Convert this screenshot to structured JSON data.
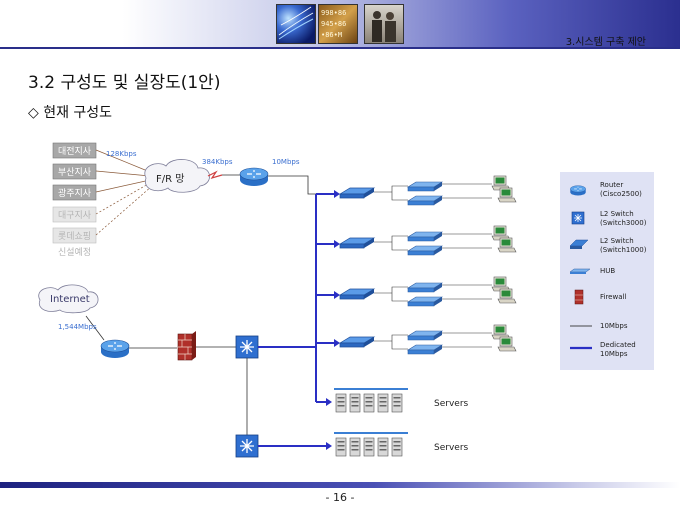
{
  "header": {
    "section": "3.시스템 구축 제안",
    "photos": [
      "fiber-optic-photo",
      "numbers-photo",
      "business-people-photo"
    ],
    "photo_number_text": "998•86 945•86 •86•M"
  },
  "title": "3.2 구성도 및 실장도(1안)",
  "subtitle": "◇ 현재 구성도",
  "diagram": {
    "branches": [
      {
        "label": "대전지사",
        "active": true
      },
      {
        "label": "부산지사",
        "active": true
      },
      {
        "label": "광주지사",
        "active": true
      },
      {
        "label": "대구지사",
        "active": false
      },
      {
        "label": "롯데쇼핑",
        "active": false
      }
    ],
    "branch_note": "신설예정",
    "fr_network": "F/R 망",
    "internet": "Internet",
    "links": {
      "branch_speed": "128Kbps",
      "fr_speed": "384Kbps",
      "router_speed": "10Mbps",
      "internet_speed": "1,544Mbps"
    },
    "servers": [
      "Servers",
      "Servers"
    ]
  },
  "legend": [
    {
      "label": "Router\n(Cisco2500)",
      "icon": "router-icon"
    },
    {
      "label": "L2 Switch\n(Switch3000)",
      "icon": "l2-switch-3000-icon"
    },
    {
      "label": "L2 Switch\n(Switch1000)",
      "icon": "l2-switch-1000-icon"
    },
    {
      "label": "HUB",
      "icon": "hub-icon"
    },
    {
      "label": "Firewall",
      "icon": "firewall-icon"
    },
    {
      "label": "10Mbps",
      "icon": "thin-line-icon"
    },
    {
      "label": "Dedicated\n10Mbps",
      "icon": "thick-line-icon"
    }
  ],
  "footer": {
    "page": "- 16 -"
  },
  "colors": {
    "header_dark": "#2b2f8f",
    "dedicated_line": "#2a2fc4",
    "device_blue": "#3b7fd4",
    "router_blue": "#3a86d8",
    "legend_bg": "#dfe2f4",
    "firewall_red": "#b0302a"
  }
}
